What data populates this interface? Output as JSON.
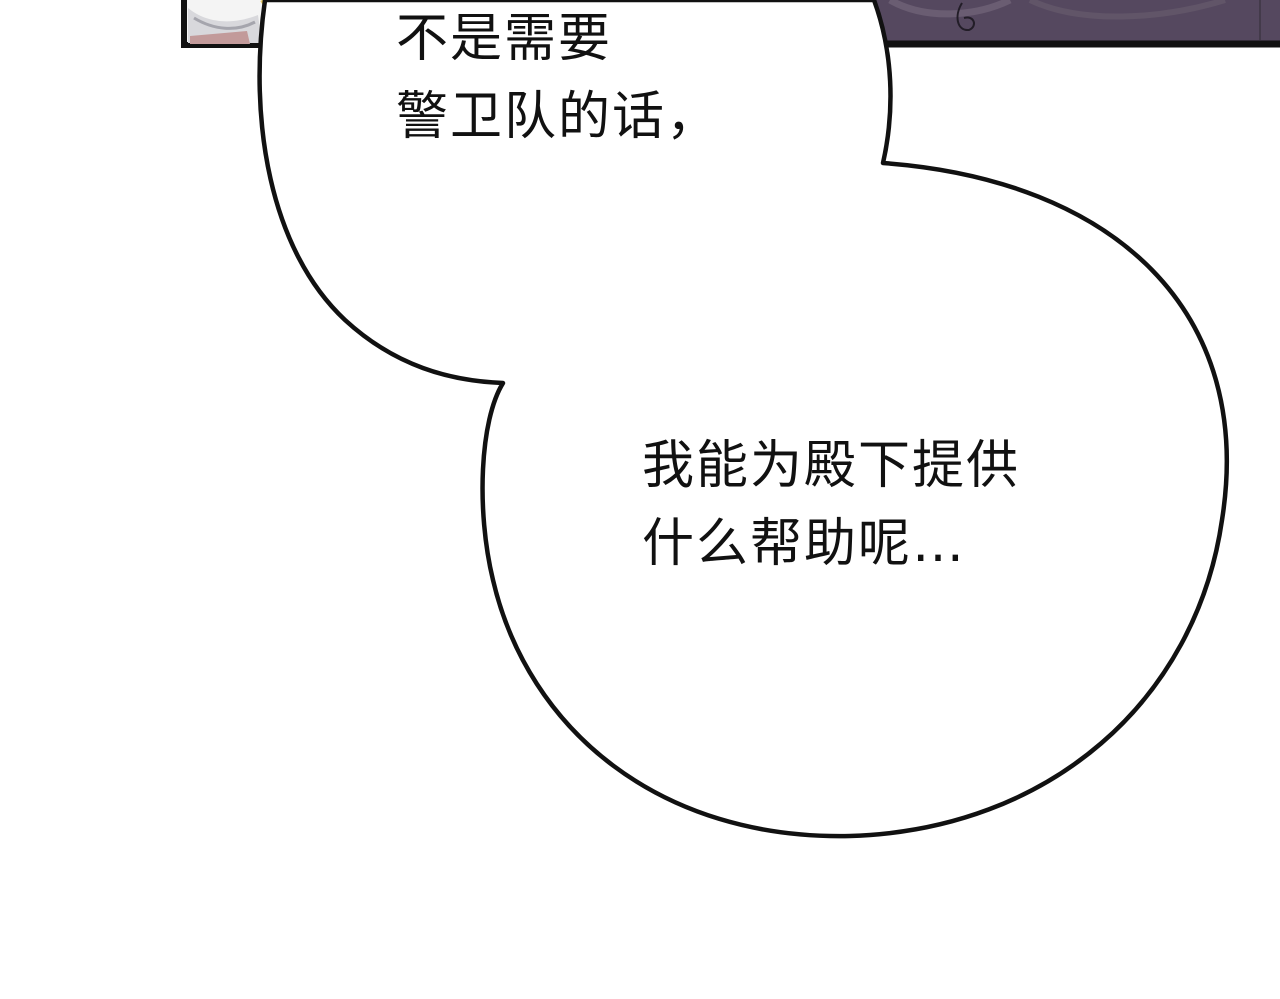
{
  "speech_bubbles": {
    "top_lines": [
      "不是需要",
      "警卫队的话，"
    ],
    "bottom_lines": [
      "我能为殿下提供",
      "什么帮助呢…"
    ]
  }
}
